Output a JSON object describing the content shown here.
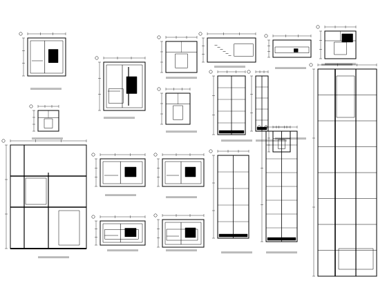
{
  "drawing": {
    "line_color": "#000000",
    "background": "#ffffff",
    "panels": [
      {
        "id": "p1",
        "caption": "",
        "scale": ""
      },
      {
        "id": "p2",
        "caption": "",
        "scale": ""
      },
      {
        "id": "p3",
        "caption": "",
        "scale": ""
      },
      {
        "id": "p4",
        "caption": "",
        "scale": ""
      },
      {
        "id": "p5",
        "caption": "",
        "scale": ""
      },
      {
        "id": "p6",
        "caption": "",
        "scale": ""
      },
      {
        "id": "p7",
        "caption": "",
        "scale": ""
      },
      {
        "id": "p8",
        "caption": "",
        "scale": ""
      },
      {
        "id": "p9",
        "caption": "",
        "scale": ""
      },
      {
        "id": "p10",
        "caption": "",
        "scale": ""
      },
      {
        "id": "p11",
        "caption": "",
        "scale": ""
      },
      {
        "id": "p12",
        "caption": "",
        "scale": ""
      },
      {
        "id": "p13",
        "caption": "",
        "scale": ""
      },
      {
        "id": "p14",
        "caption": "",
        "scale": ""
      },
      {
        "id": "p15",
        "caption": "",
        "scale": ""
      },
      {
        "id": "p16",
        "caption": "",
        "scale": ""
      },
      {
        "id": "p17",
        "caption": "",
        "scale": ""
      },
      {
        "id": "p18",
        "caption": "",
        "scale": ""
      },
      {
        "id": "p19",
        "caption": "",
        "scale": ""
      }
    ]
  }
}
